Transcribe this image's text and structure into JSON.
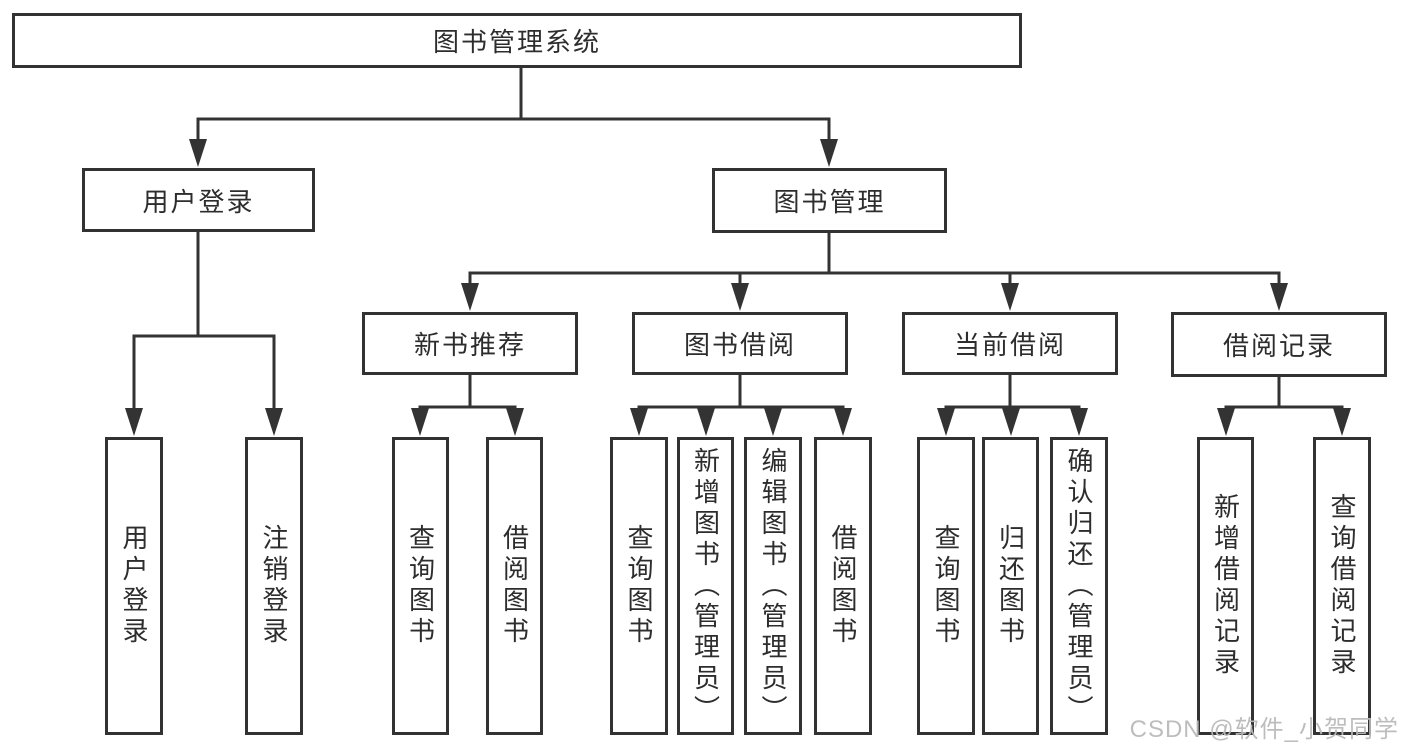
{
  "tree": {
    "root": "图书管理系统",
    "branches": [
      {
        "label": "用户登录",
        "children": [
          "用户登录",
          "注销登录"
        ]
      },
      {
        "label": "图书管理",
        "groups": [
          {
            "label": "新书推荐",
            "children": [
              "查询图书",
              "借阅图书"
            ]
          },
          {
            "label": "图书借阅",
            "children": [
              "查询图书",
              "新增图书（管理员）",
              "编辑图书（管理员）",
              "借阅图书"
            ]
          },
          {
            "label": "当前借阅",
            "children": [
              "查询图书",
              "归还图书",
              "确认归还（管理员）"
            ]
          },
          {
            "label": "借阅记录",
            "children": [
              "新增借阅记录",
              "查询借阅记录"
            ]
          }
        ]
      }
    ]
  },
  "watermark": {
    "text": "CSDN @软件_小贺同学"
  },
  "colors": {
    "line": "#333333",
    "box_border": "#323232",
    "text": "#2d2d2d",
    "watermark": "#b9b9b9",
    "background": "#ffffff"
  }
}
